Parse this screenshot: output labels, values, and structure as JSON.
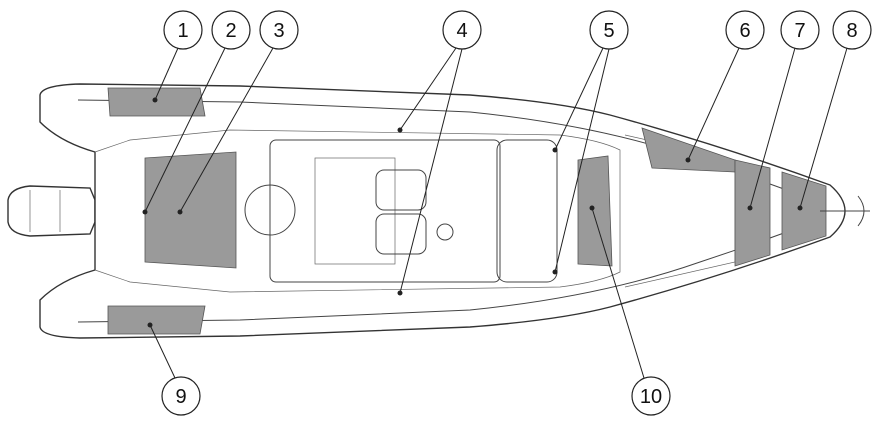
{
  "diagram": {
    "callouts": [
      {
        "label": "1"
      },
      {
        "label": "2"
      },
      {
        "label": "3"
      },
      {
        "label": "4"
      },
      {
        "label": "5"
      },
      {
        "label": "6"
      },
      {
        "label": "7"
      },
      {
        "label": "8"
      },
      {
        "label": "9"
      },
      {
        "label": "10"
      }
    ],
    "colors": {
      "zone": "#9a9a9a",
      "line": "#333333"
    }
  }
}
